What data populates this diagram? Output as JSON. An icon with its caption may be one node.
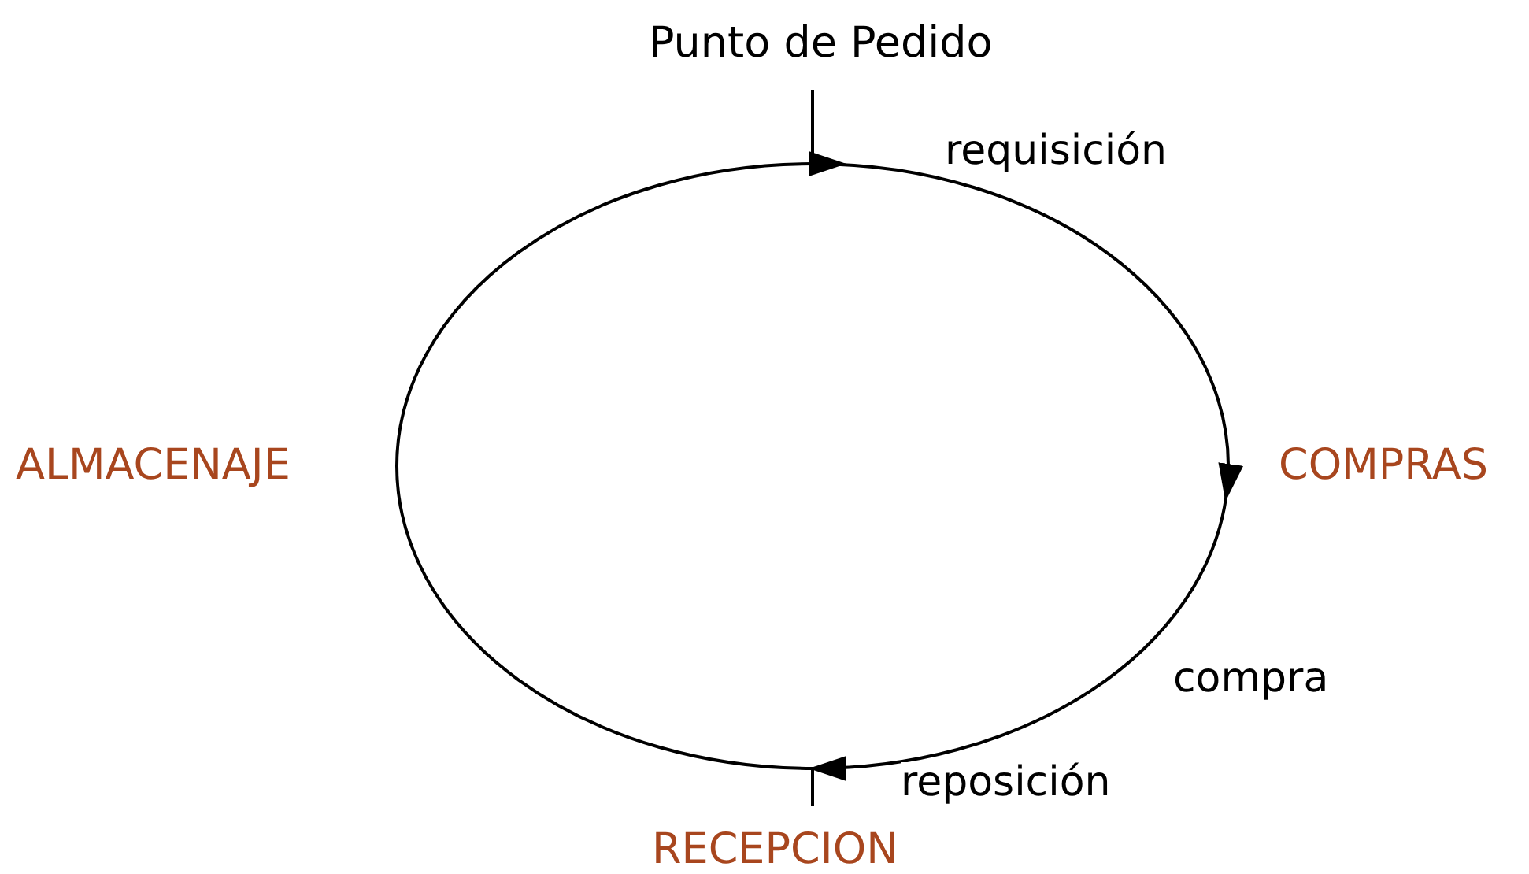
{
  "diagram": {
    "nodes": [
      {
        "text": [
          "Punto de Pedido"
        ]
      },
      {
        "text": [
          "COMPRAS"
        ]
      },
      {
        "text": [
          "RECEPCION"
        ]
      },
      {
        "text": [
          "ALMACENAJE"
        ]
      }
    ],
    "edges": [
      {
        "from": 0,
        "to": 1,
        "arrow": "to",
        "label": "requisición"
      },
      {
        "from": 1,
        "to": 2,
        "arrow": "to",
        "label": "compra"
      },
      {
        "from": 2,
        "to": 3,
        "arrow": "none"
      },
      {
        "from": 3,
        "to": 0,
        "arrow": "none"
      }
    ],
    "labels": [
      "reposición"
    ]
  }
}
